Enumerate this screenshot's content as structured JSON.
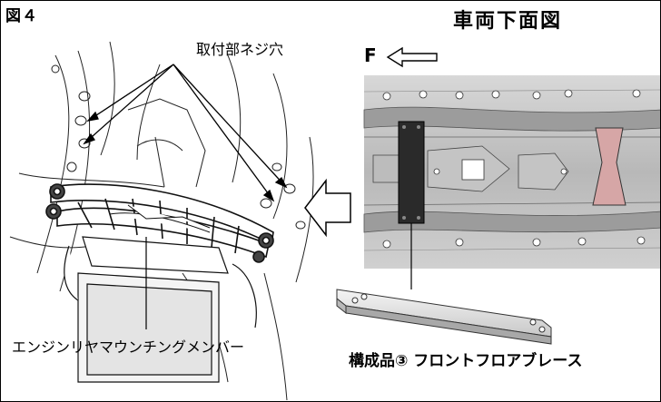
{
  "figure_number": "図４",
  "title": "車両下面図",
  "forward_marker": "F",
  "labels": {
    "mounting_holes": "取付部ネジ穴",
    "engine_rear_mounting_member": "エンジンリヤマウンチングメンバー",
    "component": "構成品③ フロントフロアブレース"
  }
}
